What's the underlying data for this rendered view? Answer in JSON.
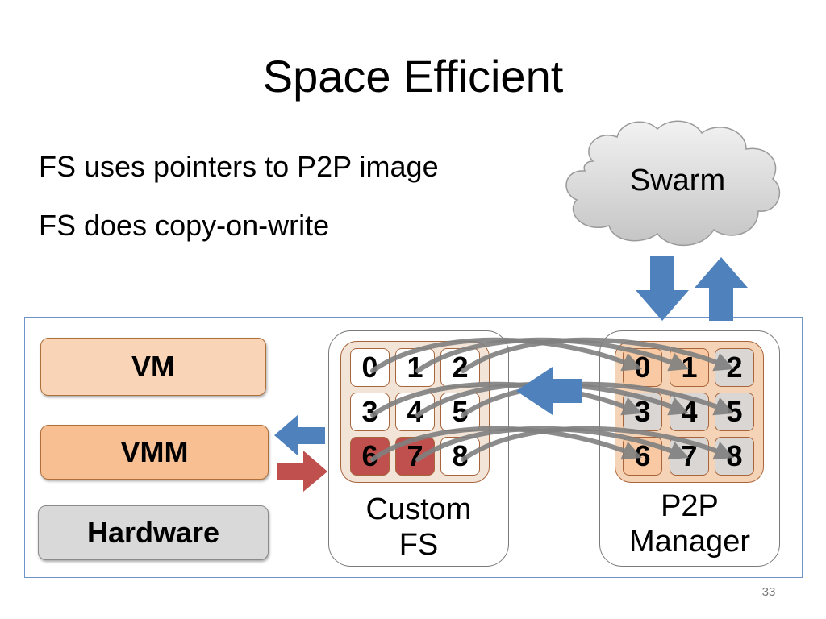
{
  "slide": {
    "title": "Space Efficient",
    "bullets": [
      "FS uses pointers to P2P image",
      "FS does copy-on-write"
    ],
    "page_number": "33"
  },
  "cloud": {
    "label": "Swarm"
  },
  "stack": {
    "vm": "VM",
    "vmm": "VMM",
    "hardware": "Hardware"
  },
  "custom_fs": {
    "label_line1": "Custom",
    "label_line2": "FS",
    "blocks": [
      {
        "id": "0",
        "state": "pointer"
      },
      {
        "id": "1",
        "state": "pointer"
      },
      {
        "id": "2",
        "state": "pointer"
      },
      {
        "id": "3",
        "state": "pointer"
      },
      {
        "id": "4",
        "state": "pointer"
      },
      {
        "id": "5",
        "state": "pointer"
      },
      {
        "id": "6",
        "state": "copied-on-write"
      },
      {
        "id": "7",
        "state": "copied-on-write"
      },
      {
        "id": "8",
        "state": "pointer"
      }
    ]
  },
  "p2p_manager": {
    "label_line1": "P2P",
    "label_line2": "Manager",
    "blocks": [
      {
        "id": "0",
        "state": "downloaded"
      },
      {
        "id": "1",
        "state": "downloaded"
      },
      {
        "id": "2",
        "state": "pending"
      },
      {
        "id": "3",
        "state": "pending"
      },
      {
        "id": "4",
        "state": "pending"
      },
      {
        "id": "5",
        "state": "pending"
      },
      {
        "id": "6",
        "state": "downloaded"
      },
      {
        "id": "7",
        "state": "pending"
      },
      {
        "id": "8",
        "state": "pending"
      }
    ]
  },
  "pointers": [
    {
      "from": "0",
      "to": "0"
    },
    {
      "from": "1",
      "to": "1"
    },
    {
      "from": "2",
      "to": "2"
    },
    {
      "from": "3",
      "to": "3"
    },
    {
      "from": "4",
      "to": "4"
    },
    {
      "from": "5",
      "to": "5"
    },
    {
      "from": "6",
      "to": "6"
    },
    {
      "from": "7",
      "to": "7"
    },
    {
      "from": "8",
      "to": "8"
    }
  ],
  "arrows": [
    {
      "name": "swarm-to-p2p",
      "direction": "down",
      "color": "#4f81bd"
    },
    {
      "name": "p2p-to-swarm",
      "direction": "up",
      "color": "#4f81bd"
    },
    {
      "name": "p2p-to-fs",
      "direction": "left",
      "color": "#4f81bd"
    },
    {
      "name": "fs-to-vmm-read",
      "direction": "left",
      "color": "#4f81bd"
    },
    {
      "name": "vmm-to-fs-write",
      "direction": "right",
      "color": "#c0504d"
    }
  ],
  "colors": {
    "blue_arrow": "#4f81bd",
    "red_arrow": "#c0504d",
    "written_block": "#c0504d",
    "downloaded_block": "#f8c9a3",
    "pending_block": "#dad6d3",
    "pointer_line": "#808080",
    "frame": "#6f93c8"
  }
}
